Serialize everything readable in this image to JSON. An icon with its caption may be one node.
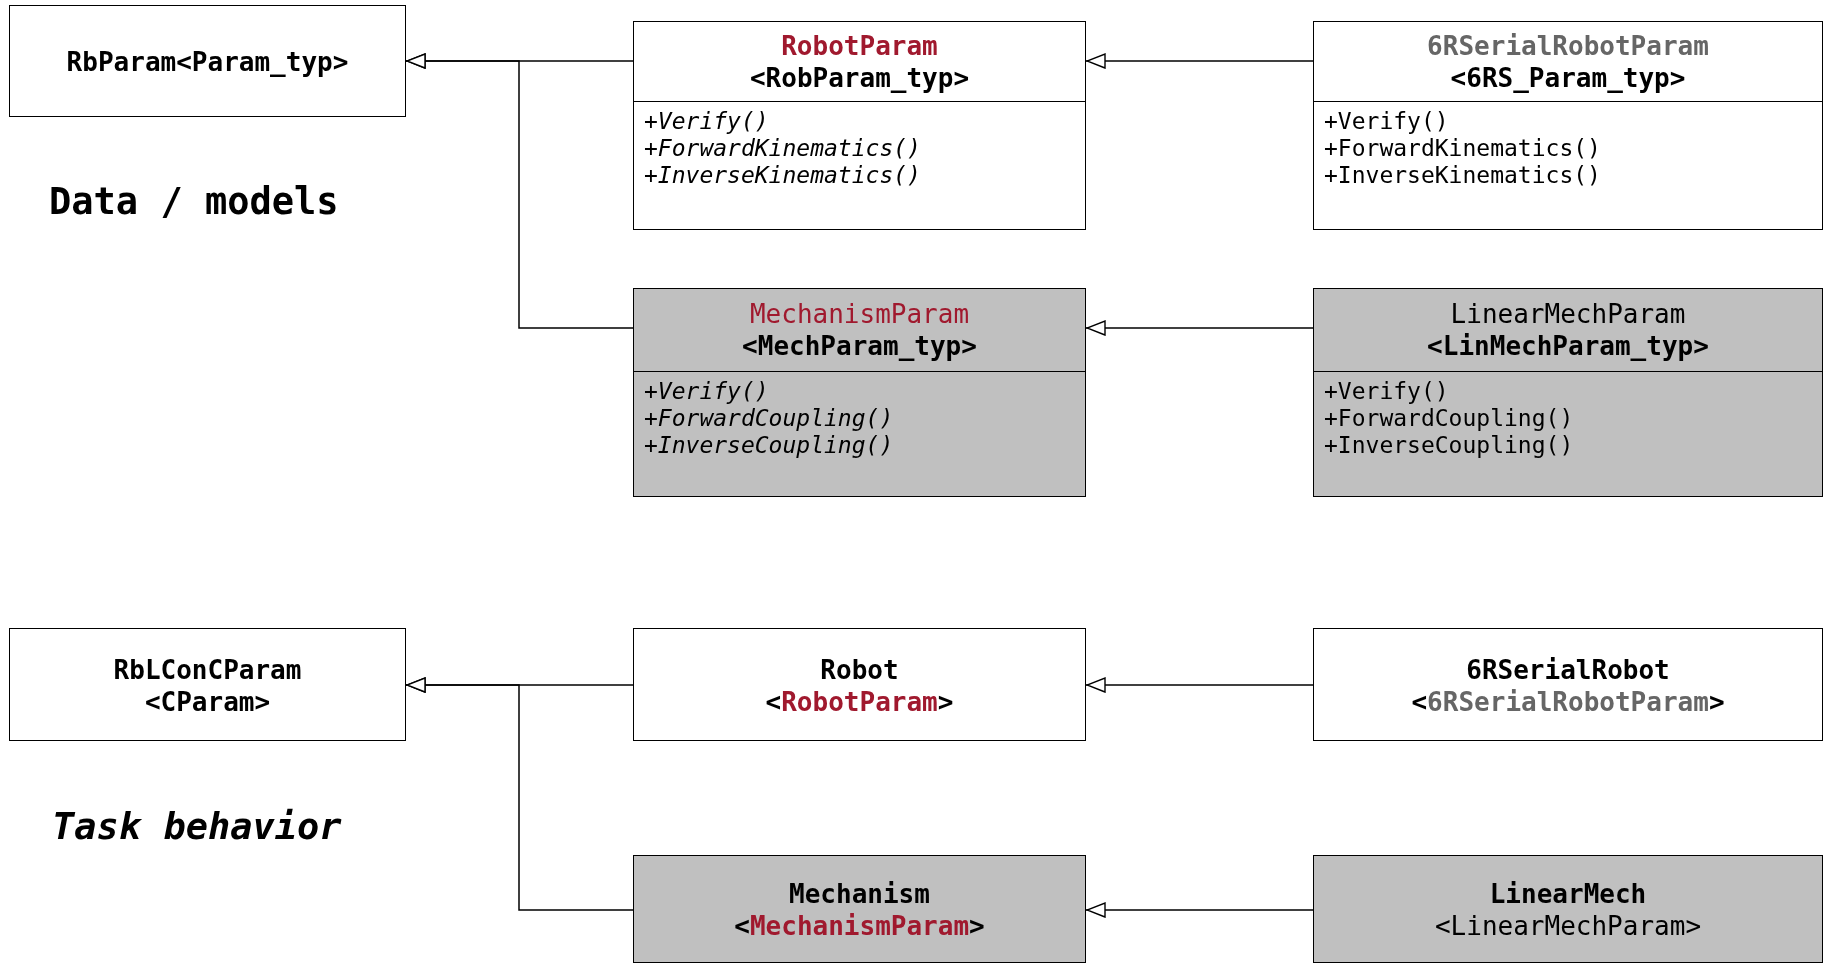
{
  "diagram": {
    "nodes": [
      {
        "text": [
          "RbParam<Param_typ>"
        ]
      },
      {
        "text": [
          "RobotParam",
          "<RobParam_typ>",
          "+Verify()",
          "+ForwardKinematics()",
          "+InverseKinematics()"
        ]
      },
      {
        "text": [
          "6RSerialRobotParam",
          "<6RS_Param_typ>",
          "+Verify()",
          "+ForwardKinematics()",
          "+InverseKinematics()"
        ]
      },
      {
        "text": [
          "MechanismParam",
          "<MechParam_typ>",
          "+Verify()",
          "+ForwardCoupling()",
          "+InverseCoupling()"
        ]
      },
      {
        "text": [
          "LinearMechParam",
          "<LinMechParam_typ>",
          "+Verify()",
          "+ForwardCoupling()",
          "+InverseCoupling()"
        ]
      },
      {
        "text": [
          "RbLConCParam",
          "<CParam>"
        ]
      },
      {
        "text": [
          "Robot",
          "<RobotParam>"
        ]
      },
      {
        "text": [
          "6RSerialRobot",
          "<6RSerialRobotParam>"
        ]
      },
      {
        "text": [
          "Mechanism",
          "<MechanismParam>"
        ]
      },
      {
        "text": [
          "LinearMech",
          "<LinearMechParam>"
        ]
      }
    ],
    "edges": [
      {
        "from": 1,
        "to": 0,
        "arrow": "to"
      },
      {
        "from": 3,
        "to": 0,
        "arrow": "to"
      },
      {
        "from": 2,
        "to": 1,
        "arrow": "to"
      },
      {
        "from": 4,
        "to": 3,
        "arrow": "to"
      },
      {
        "from": 6,
        "to": 5,
        "arrow": "to"
      },
      {
        "from": 8,
        "to": 5,
        "arrow": "to"
      },
      {
        "from": 7,
        "to": 6,
        "arrow": "to"
      },
      {
        "from": 9,
        "to": 8,
        "arrow": "to"
      }
    ],
    "labels": [
      "Data / models",
      "Task behavior"
    ]
  }
}
